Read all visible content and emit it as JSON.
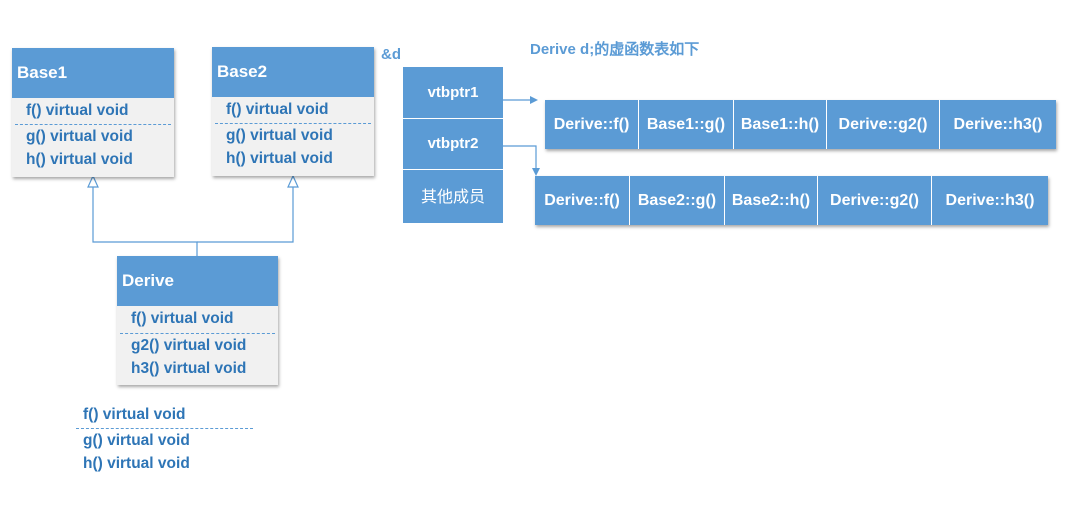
{
  "uml": {
    "base1": {
      "title": "Base1",
      "methods": [
        "f() virtual void",
        "g() virtual void",
        "h() virtual void"
      ]
    },
    "base2": {
      "title": "Base2",
      "methods": [
        "f() virtual void",
        "g() virtual void",
        "h() virtual void"
      ]
    },
    "derive": {
      "title": "Derive",
      "methods": [
        "f() virtual void",
        "g2() virtual void",
        "h3() virtual void"
      ]
    }
  },
  "loose_methods": [
    "f() virtual void",
    "g() virtual void",
    "h() virtual void"
  ],
  "object": {
    "ref_label": "&d",
    "cells": [
      "vtbptr1",
      "vtbptr2",
      "其他成员"
    ]
  },
  "vtable_heading": "Derive d;的虚函数表如下",
  "vtables": [
    [
      "Derive::f()",
      "Base1::g()",
      "Base1::h()",
      "Derive::g2()",
      "Derive::h3()"
    ],
    [
      "Derive::f()",
      "Base2::g()",
      "Base2::h()",
      "Derive::g2()",
      "Derive::h3()"
    ]
  ],
  "colors": {
    "accent": "#5b9bd5",
    "text_blue": "#2e75b6",
    "box_fill": "#f1f1f1"
  }
}
